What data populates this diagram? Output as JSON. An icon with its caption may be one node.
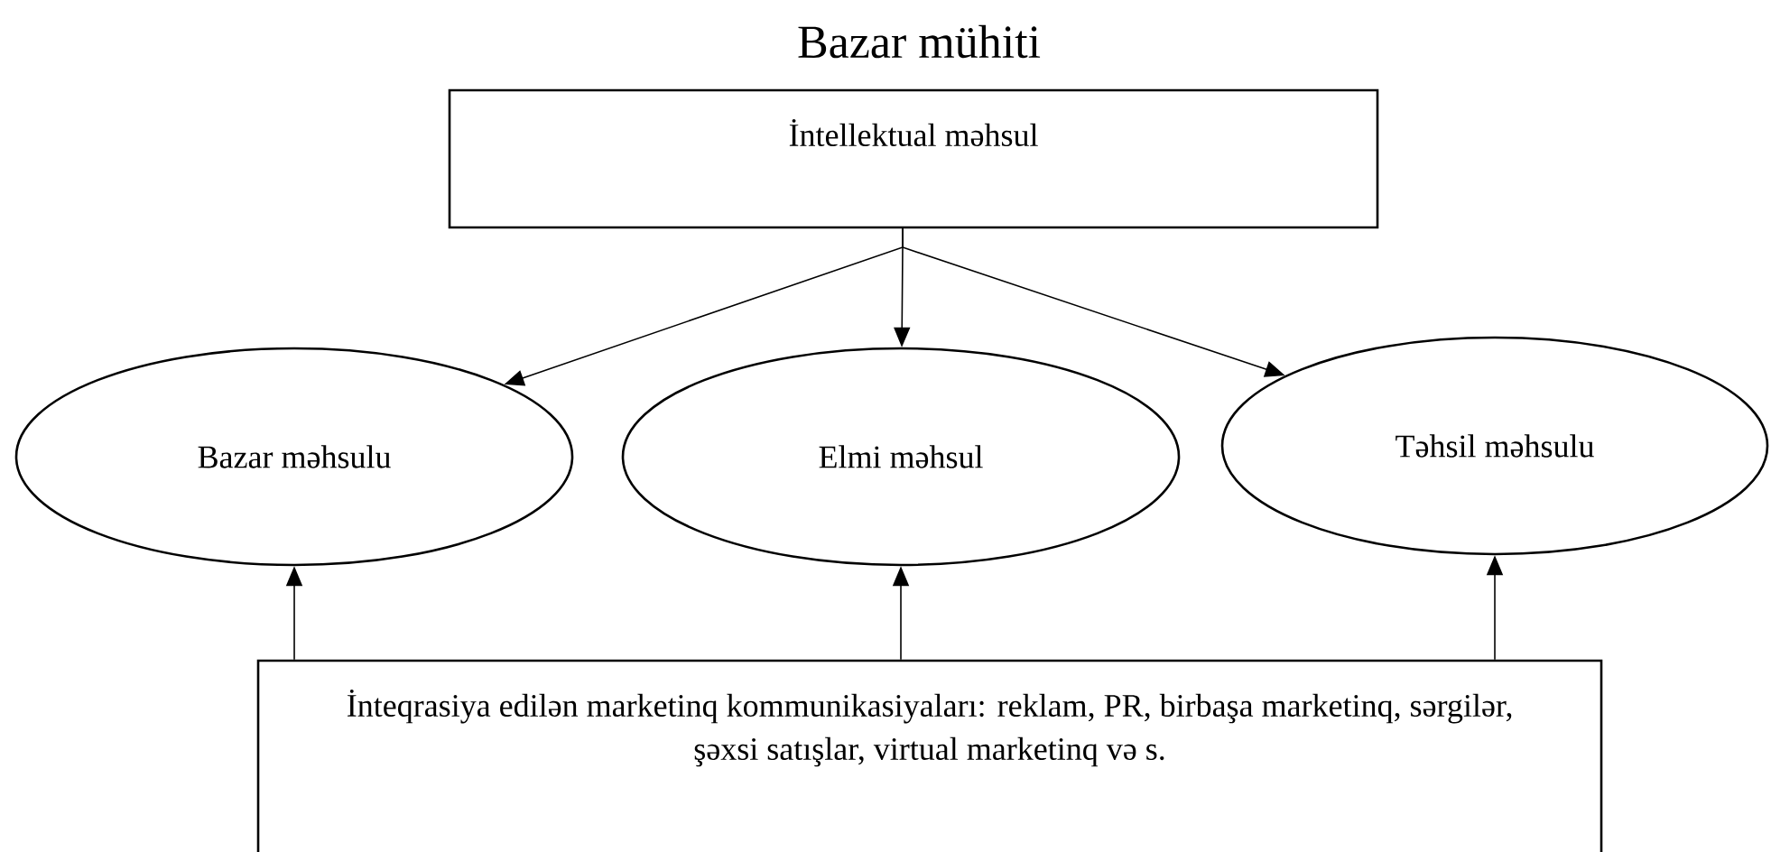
{
  "diagram": {
    "title": "Bazar mühiti",
    "nodes": [
      {
        "text": [
          "İntellektual məhsul"
        ]
      },
      {
        "text": [
          "Bazar məhsulu"
        ]
      },
      {
        "text": [
          "Elmi məhsul"
        ]
      },
      {
        "text": [
          "Təhsil məhsulu"
        ]
      },
      {
        "text": [
          "İnteqrasiya edilən marketinq kommunikasiyaları: reklam, PR, birbaşa marketinq, sərgilər, şəxsi satışlar, virtual marketinq və s."
        ]
      }
    ],
    "edges": [
      {
        "from": 0,
        "to": 1,
        "arrow": "to"
      },
      {
        "from": 0,
        "to": 2,
        "arrow": "to"
      },
      {
        "from": 0,
        "to": 3,
        "arrow": "to"
      },
      {
        "from": 4,
        "to": 1,
        "arrow": "to"
      },
      {
        "from": 4,
        "to": 2,
        "arrow": "to"
      },
      {
        "from": 4,
        "to": 3,
        "arrow": "to"
      }
    ]
  }
}
